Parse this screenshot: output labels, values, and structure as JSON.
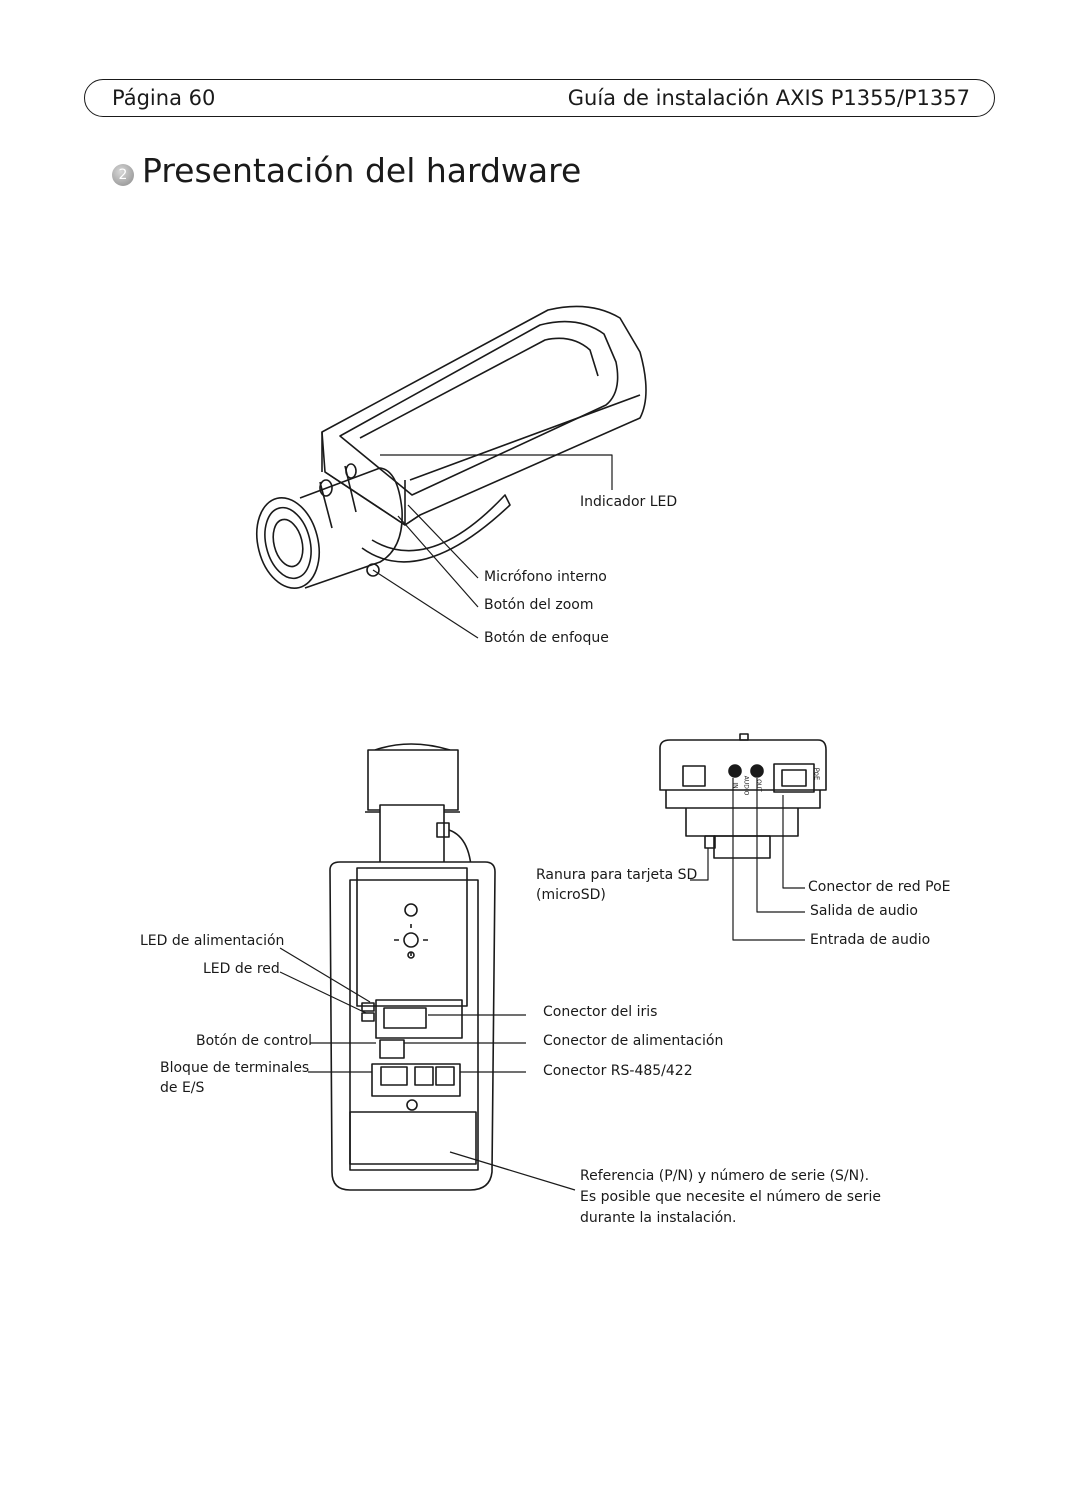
{
  "header": {
    "page_label": "Página 60",
    "guide_title": "Guía de instalación AXIS P1355/P1357"
  },
  "section": {
    "step_number": "2",
    "title": "Presentación del hardware"
  },
  "callouts_top": {
    "led_indicator": "Indicador LED",
    "internal_mic": "Micrófono interno",
    "zoom_button": "Botón del zoom",
    "focus_button": "Botón de enfoque"
  },
  "callouts_rear": {
    "power_led": "LED de alimentación",
    "network_led": "LED de red",
    "control_button": "Botón de control",
    "io_terminal_line1": "Bloque de terminales",
    "io_terminal_line2": "de E/S",
    "iris_connector": "Conector del iris",
    "power_connector": "Conector de alimentación",
    "rs485_connector": "Conector RS-485/422",
    "serial_info_line1": "Referencia (P/N) y número de serie (S/N).",
    "serial_info_line2": "Es posible que necesite el número de serie",
    "serial_info_line3": "durante la instalación."
  },
  "callouts_bottom": {
    "sd_slot_line1": "Ranura para tarjeta SD",
    "sd_slot_line2": "(microSD)",
    "poe_connector": "Conector de red PoE",
    "audio_out": "Salida de audio",
    "audio_in": "Entrada de audio"
  },
  "device_markings": {
    "poe": "PoE",
    "audio_out": "OUT",
    "audio_in": "IN",
    "audio": "AUDIO"
  }
}
